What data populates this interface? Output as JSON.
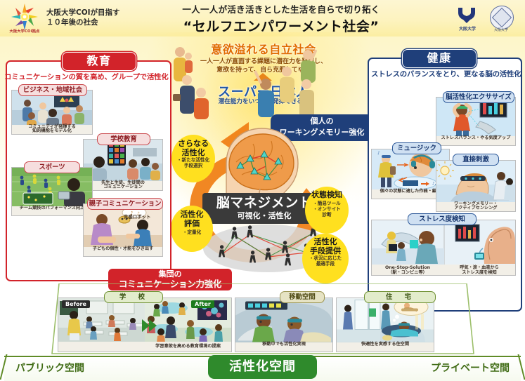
{
  "header": {
    "coi_logo_caption": "大阪大学COI拠点",
    "subtitle_line1": "大阪大学COIが目指す",
    "subtitle_line2": "１０年後の社会",
    "title_line1": "一人一人が活き活きとした生活を自らで切り拓く",
    "title_line2": "“セルフエンパワーメント社会”",
    "univ_logo_caption": "大阪大学",
    "seal_caption": "大阪大学"
  },
  "center": {
    "headline": "意欲溢れる自立社会",
    "sub_line1": "一人一人が直面する課題に潜在力を発揮し、",
    "sub_line2": "意欲を持って、自ら克服してゆく",
    "super_jp": "スーパー日本人",
    "super_jp_sub": "潜在能力をいつでも発揮できる人",
    "working_memory_l1": "個人の",
    "working_memory_l2": "ワーキングメモリー強化",
    "brain_mgmt_l1": "脳マネジメント",
    "brain_mgmt_l2": "可視化・活性化",
    "group_comm_l1": "集団の",
    "group_comm_l2": "コミュニケーション力強化",
    "circles": [
      {
        "id": "further-activation",
        "l1": "さらなる",
        "l2": "活性化",
        "detail_l1": "・新たな活性化",
        "detail_l2": "手段選択"
      },
      {
        "id": "state-detection",
        "l1": "状態検知",
        "l2": "",
        "detail_l1": "・簡易ツール",
        "detail_l2": "・オンサイト",
        "detail_l3": "診断"
      },
      {
        "id": "activation-evaluation",
        "l1": "活性化",
        "l2": "評価",
        "detail_l1": "・定量化",
        "detail_l2": ""
      },
      {
        "id": "activation-means",
        "l1": "活性化",
        "l2": "手段提供",
        "detail_l1": "・状況に応じた",
        "detail_l2": "最適手段"
      }
    ]
  },
  "education": {
    "caption": "教育",
    "lead": "コミュニケーションの質を高め、グループで活性化",
    "cards": [
      {
        "tag": "ビジネス・地域社会",
        "caption_l1": "コミュニティが発揮する",
        "caption_l2": "知的機能をモデル化"
      },
      {
        "tag": "学校教育",
        "caption_l1": "先生と生徒、生徒間の",
        "caption_l2": "コミュニケーション"
      },
      {
        "tag": "スポーツ",
        "caption_l1": "チーム競技のパフォーマンス向上",
        "caption_l2": ""
      },
      {
        "tag": "親子コミュニケーション",
        "caption_l1": "子どもの個性・才能をひき出す",
        "caption_l2": ""
      }
    ],
    "card_labels": {
      "robot": "共感ロボット"
    }
  },
  "health": {
    "caption": "健康",
    "lead": "ストレスのバランスをとり、更なる脳の活性化",
    "cards": [
      {
        "tag": "脳活性化エクササイズ",
        "caption_l1": "ストレスバランス・やる気度アップ",
        "caption_l2": ""
      },
      {
        "tag": "ミュージック",
        "caption_l1": "個々の状態に適した作曲・編曲",
        "caption_l2": ""
      },
      {
        "tag": "直接刺激",
        "caption_l1": "ワーキングメモリー・",
        "caption_l2": "アクティブセンシング"
      },
      {
        "tag": "ストレス度検知",
        "caption_l1": "One-Stop-Solution",
        "caption_l2": "（駅・コンビニ等）",
        "caption2_l1": "呼気・涙・血液から",
        "caption2_l2": "ストレス度を検知"
      }
    ]
  },
  "bottom": {
    "cards": [
      {
        "tag": "学　校",
        "caption": "学習意欲を高める教育環境の提案",
        "badge_before": "Before",
        "badge_after": "After"
      },
      {
        "tag": "移動空間",
        "caption": "移動中でも活性化実現"
      },
      {
        "tag": "住　宅",
        "caption": "快適性を実感する住空間"
      }
    ],
    "public_label": "パブリック空間",
    "private_label": "プライベート空間",
    "center_label": "活性化空間"
  },
  "colors": {
    "education_red": "#d2232a",
    "health_blue": "#1f3f7a",
    "space_green": "#2f8a2c",
    "accent_orange": "#e8861a",
    "circle_yellow": "#ffe01f"
  }
}
